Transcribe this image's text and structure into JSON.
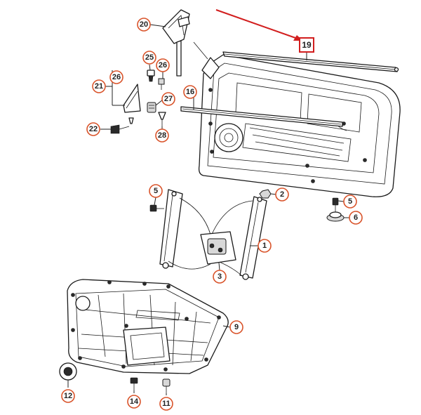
{
  "diagram": {
    "highlighted_part": "19",
    "highlight_color": "#d21e1e",
    "callout_color": "#d9542b",
    "callouts": {
      "c20": "20",
      "c25": "25",
      "c26a": "26",
      "c26b": "26",
      "c21": "21",
      "c27": "27",
      "c16": "16",
      "c22": "22",
      "c28": "28",
      "c5a": "5",
      "c2": "2",
      "c5b": "5",
      "c6": "6",
      "c1": "1",
      "c3": "3",
      "c9": "9",
      "c12": "12",
      "c14": "14",
      "c11": "11"
    },
    "highlight_label": "19"
  }
}
